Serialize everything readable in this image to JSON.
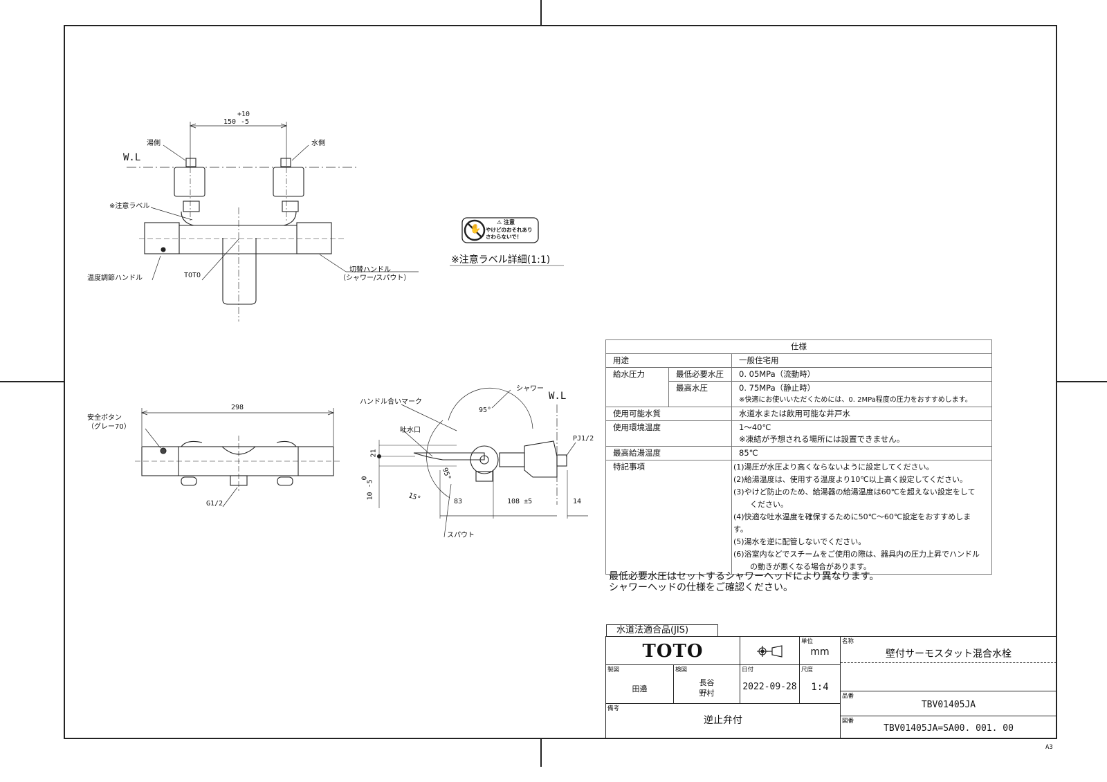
{
  "sheet": {
    "size_label": "A3"
  },
  "front_view": {
    "dim_top": "150",
    "dim_tol_plus": "+10",
    "dim_tol_minus": "-5",
    "hot_side": "湯側",
    "cold_side": "水側",
    "water_line": "W.L",
    "caution_label": "※注意ラベル",
    "temp_handle": "温度調節ハンドル",
    "brand_mark": "TOTO",
    "switch_handle": "切替ハンドル",
    "switch_handle_sub": "（シャワー/スパウト）"
  },
  "caution_detail": {
    "icon_title": "注意",
    "line1": "やけどのおそれあり",
    "line2": "さわらないで！",
    "caption": "※注意ラベル詳細(1:1)"
  },
  "top_view": {
    "width_dim": "298",
    "safety_button": "安全ボタン",
    "safety_button_sub": "（グレー70）",
    "thread": "G1/2"
  },
  "side_view": {
    "handle_mark": "ハンドル合いマーク",
    "shower": "シャワー",
    "angle_top": "95°",
    "angle_side": "95°",
    "angle_low": "15°",
    "water_line": "W.L",
    "spout_outlet": "吐水口",
    "connector": "PJ1/2",
    "dim_21": "21",
    "dim_0": "0",
    "dim_10": "10 -5",
    "dim_83": "83",
    "dim_108": "108 ±5",
    "dim_14": "14",
    "spout": "スパウト"
  },
  "spec_table": {
    "title": "仕様",
    "rows": [
      {
        "label": "用途",
        "value": "一般住宅用"
      },
      {
        "label": "給水圧力",
        "sub": "最低必要水圧",
        "value": "0. 05MPa（流動時）"
      },
      {
        "sub": "最高水圧",
        "value": "0. 75MPa（静止時）",
        "note": "※快適にお使いいただくためには、0. 2MPa程度の圧力をおすすめします。"
      },
      {
        "label": "使用可能水質",
        "value": "水道水または飲用可能な井戸水"
      },
      {
        "label": "使用環境温度",
        "value": "1～40℃",
        "note": "※凍結が予想される場所には設置できません。"
      },
      {
        "label": "最高給湯温度",
        "value": "85℃"
      },
      {
        "label": "特記事項",
        "items": [
          "(1)湯圧が水圧より高くならないように設定してください。",
          "(2)給湯温度は、使用する温度より10℃以上高く設定してください。",
          "(3)やけど防止のため、給湯器の給湯温度は60℃を超えない設定をして",
          "ください。",
          "(4)快適な吐水温度を確保するために50℃～60℃設定をおすすめします。",
          "(5)湯水を逆に配管しないでください。",
          "(6)浴室内などでスチームをご使用の際は、器具内の圧力上昇でハンドル",
          "の動きが悪くなる場合があります。"
        ]
      }
    ]
  },
  "notice": {
    "line1": "最低必要水圧はセットするシャワーヘッドにより異なります。",
    "line2": "シャワーヘッドの仕様をご確認ください。"
  },
  "title_block": {
    "jis_label": "水道法適合品(JIS)",
    "brand": "TOTO",
    "projection_icon": "third-angle-projection-icon",
    "unit_caption": "単位",
    "unit": "mm",
    "name_caption": "名称",
    "name": "壁付サーモスタット混合水栓",
    "drawn_caption": "製図",
    "drawn_by": "田邉",
    "checked_caption": "検図",
    "checked_by_1": "長谷",
    "checked_by_2": "野村",
    "date_caption": "日付",
    "date": "2022-09-28",
    "scale_caption": "尺度",
    "scale": "1:4",
    "remarks_caption": "備考",
    "remarks": "逆止弁付",
    "part_caption": "品番",
    "part_no": "TBV01405JA",
    "drawing_caption": "図番",
    "drawing_no": "TBV01405JA=SA00. 001. 00"
  }
}
